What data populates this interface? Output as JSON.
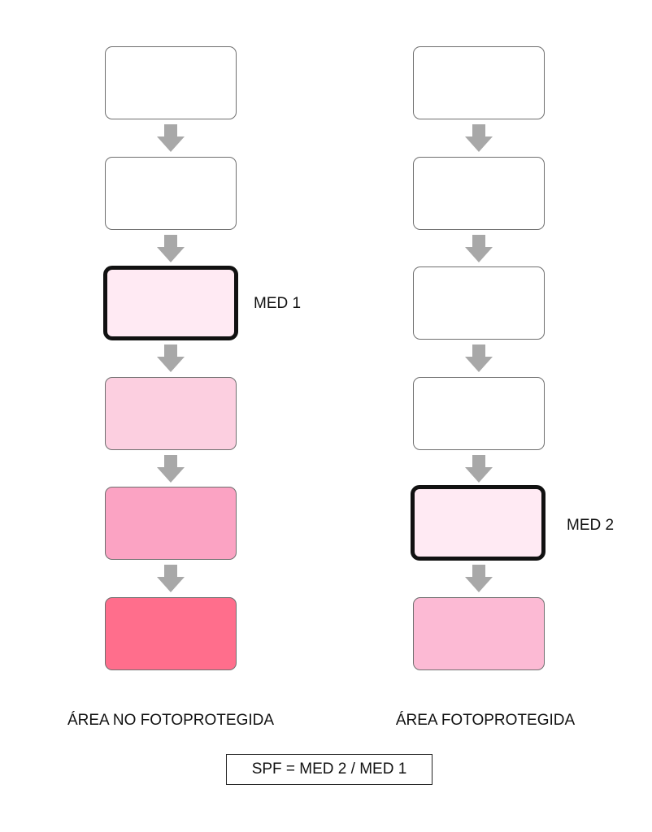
{
  "left_column": {
    "title": "ÁREA NO FOTOPROTEGIDA",
    "steps": [
      {
        "color": "#ffffff",
        "highlight": false
      },
      {
        "color": "#ffffff",
        "highlight": false
      },
      {
        "color": "#ffeaf3",
        "highlight": true,
        "label": "MED 1"
      },
      {
        "color": "#fccfe0",
        "highlight": false
      },
      {
        "color": "#fba3c3",
        "highlight": false
      },
      {
        "color": "#ff6e8c",
        "highlight": false
      }
    ]
  },
  "right_column": {
    "title": "ÁREA FOTOPROTEGIDA",
    "steps": [
      {
        "color": "#ffffff",
        "highlight": false
      },
      {
        "color": "#ffffff",
        "highlight": false
      },
      {
        "color": "#ffffff",
        "highlight": false
      },
      {
        "color": "#ffffff",
        "highlight": false
      },
      {
        "color": "#ffeaf3",
        "highlight": true,
        "label": "MED 2"
      },
      {
        "color": "#fcbad4",
        "highlight": false
      }
    ]
  },
  "formula": "SPF = MED 2 / MED 1",
  "colors": {
    "arrow": "#a8a8a8",
    "box_border": "#6f6f6f",
    "highlight_border": "#111111"
  }
}
